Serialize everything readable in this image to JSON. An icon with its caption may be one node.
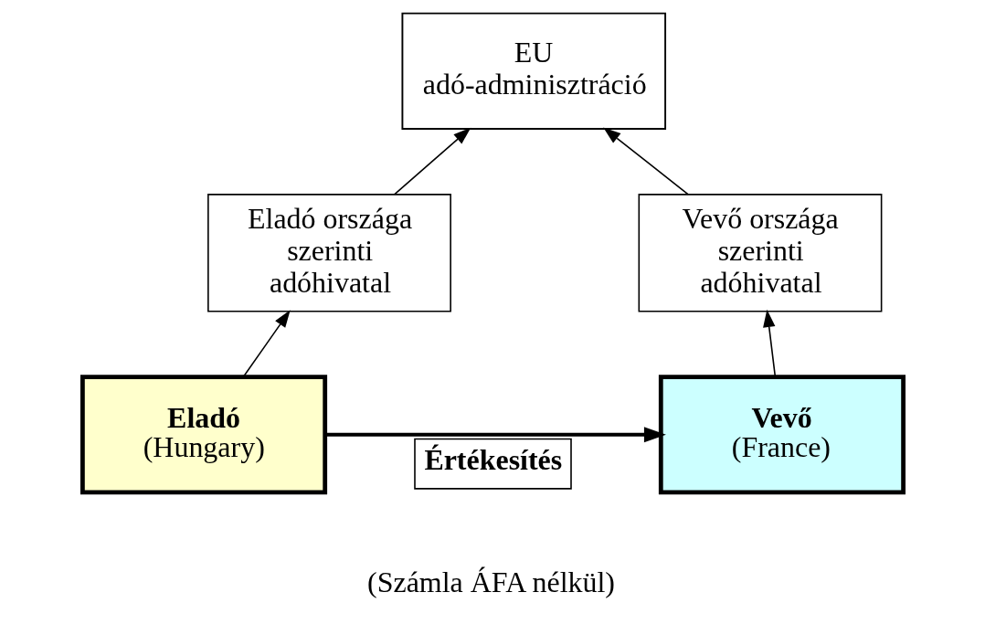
{
  "diagram": {
    "nodes": [
      {
        "text": [
          "EU adó-adminisztráció"
        ]
      },
      {
        "text": [
          "Eladó országa szerinti adóhivatal"
        ]
      },
      {
        "text": [
          "Vevő országa szerinti adóhivatal"
        ]
      },
      {
        "text": [
          "Eladó",
          "(Hungary)"
        ]
      },
      {
        "text": [
          "Vevő",
          "(France)"
        ]
      }
    ],
    "edges": [
      {
        "from": 3,
        "to": 1,
        "arrow": "to"
      },
      {
        "from": 4,
        "to": 2,
        "arrow": "to"
      },
      {
        "from": 1,
        "to": 0,
        "arrow": "to"
      },
      {
        "from": 2,
        "to": 0,
        "arrow": "to"
      },
      {
        "from": 3,
        "to": 4,
        "label": "Értékesítés",
        "arrow": "to",
        "style": "thick"
      }
    ],
    "labels": [
      "(Számla ÁFA nélkül)"
    ]
  }
}
